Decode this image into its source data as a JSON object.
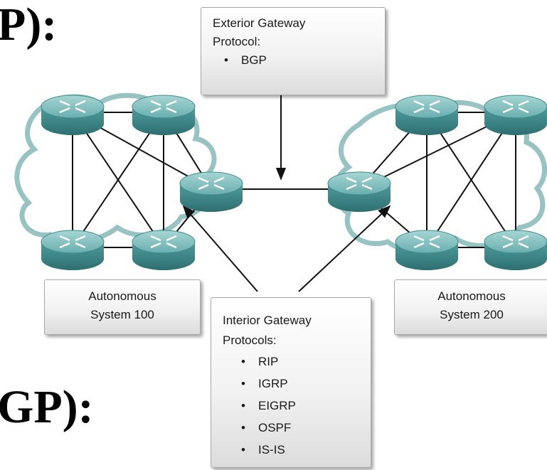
{
  "fragments": {
    "top_right": "P):",
    "bottom_left": "GP):"
  },
  "egp_box": {
    "title_line1": "Exterior Gateway",
    "title_line2": "Protocol:",
    "items": [
      "BGP"
    ]
  },
  "igp_box": {
    "title_line1": "Interior Gateway",
    "title_line2": "Protocols:",
    "items": [
      "RIP",
      "IGRP",
      "EIGRP",
      "OSPF",
      "IS-IS"
    ]
  },
  "as_left": {
    "line1": "Autonomous",
    "line2": "System 100"
  },
  "as_right": {
    "line1": "Autonomous",
    "line2": "System 200"
  },
  "colors": {
    "router_top": "#7fbcbc",
    "router_body": "#3d8a8c",
    "cloud_outline": "#8cbcbc",
    "link": "#111111"
  },
  "icons": {
    "router": "router-icon",
    "cloud": "cloud-icon",
    "arrow": "arrow-icon"
  }
}
